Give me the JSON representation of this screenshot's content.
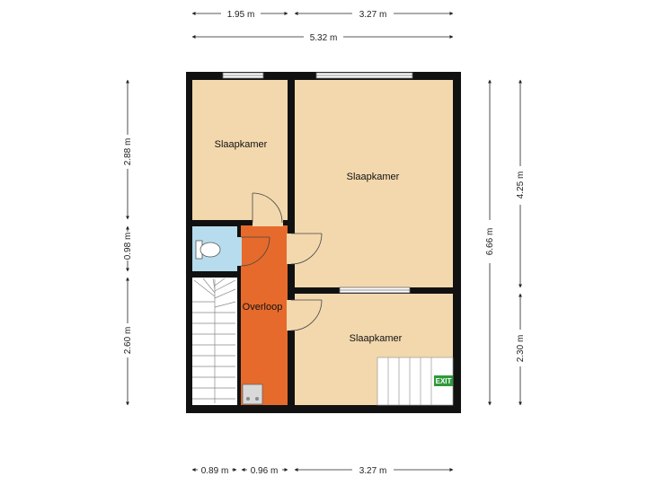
{
  "rooms": {
    "bedroom_top_left": "Slaapkamer",
    "bedroom_top_right": "Slaapkamer",
    "bedroom_bottom": "Slaapkamer",
    "landing": "Overloop"
  },
  "dimensions": {
    "top_row1_left": "1.95 m",
    "top_row1_right": "3.27 m",
    "top_row2_total": "5.32 m",
    "left_top": "2.88 m",
    "left_middle": "0.98 m",
    "left_bottom": "2.60 m",
    "right_inner_total": "6.66 m",
    "right_outer_top": "4.25 m",
    "right_outer_bottom": "2.30 m",
    "bottom_left": "0.89 m",
    "bottom_middle": "0.96 m",
    "bottom_right": "3.27 m"
  },
  "exit_sign": "EXIT",
  "colors": {
    "wall": "#111111",
    "bedroom_floor": "#f3d8ae",
    "landing_floor": "#e66a2c",
    "bathroom_floor": "#b7dced",
    "stairs": "#ffffff",
    "exit_green": "#2e9a3a",
    "dimension_line": "#222222"
  }
}
